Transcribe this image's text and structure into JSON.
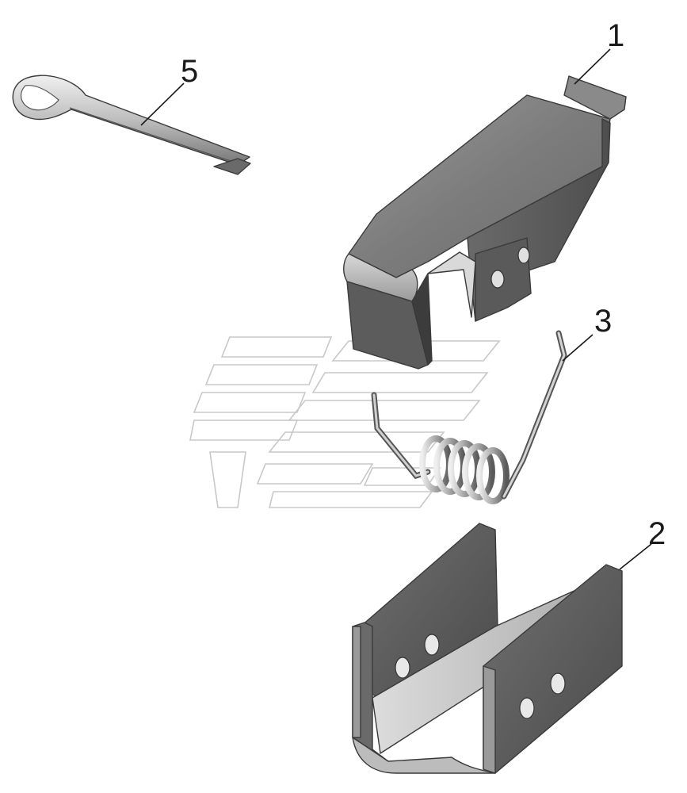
{
  "callouts": [
    {
      "id": "1",
      "label": "1",
      "part": "latch"
    },
    {
      "id": "2",
      "label": "2",
      "part": "u-bracket"
    },
    {
      "id": "3",
      "label": "3",
      "part": "torsion-spring"
    },
    {
      "id": "5",
      "label": "5",
      "part": "cotter-pin"
    }
  ],
  "colors": {
    "background": "#ffffff",
    "metal_dark": "#5f5f5f",
    "metal_mid": "#8c8c8c",
    "metal_light": "#c4c4c4",
    "metal_highlight": "#e6e6e6",
    "watermark": "#c8c8c8",
    "line": "#1a1a1a"
  }
}
